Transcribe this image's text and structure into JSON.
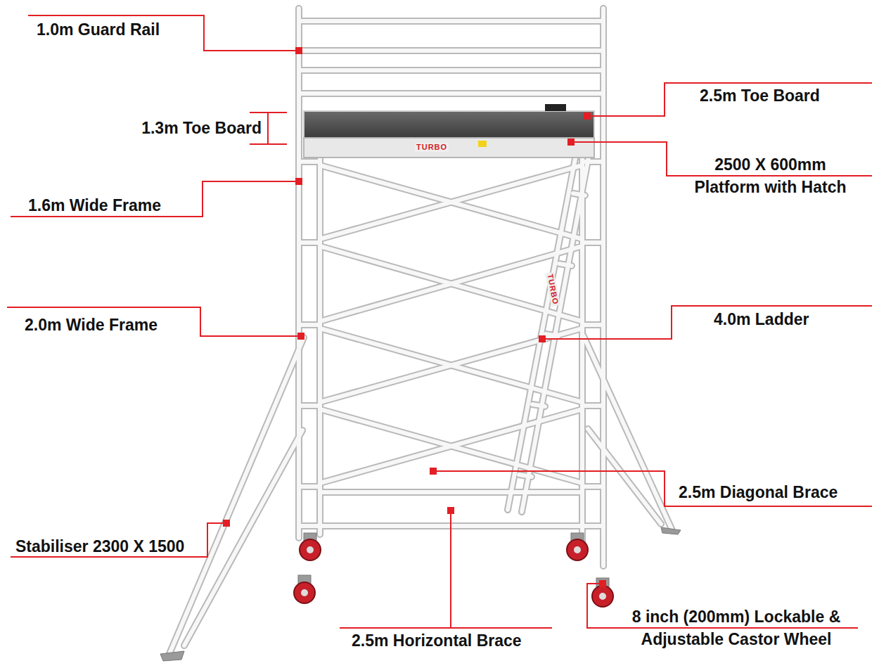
{
  "diagram": {
    "labels": [
      "1.0m Guard Rail",
      "2.5m Toe Board",
      "1.3m Toe Board",
      "2500 X 600mm Platform with Hatch",
      "1.6m Wide Frame",
      "2.0m Wide Frame",
      "4.0m Ladder",
      "2.5m Diagonal Brace",
      "Stabiliser 2300 X 1500",
      "2.5m Horizontal Brace",
      "8 inch (200mm) Lockable & Adjustable Castor Wheel",
      "TURBO",
      "TURBO"
    ]
  }
}
